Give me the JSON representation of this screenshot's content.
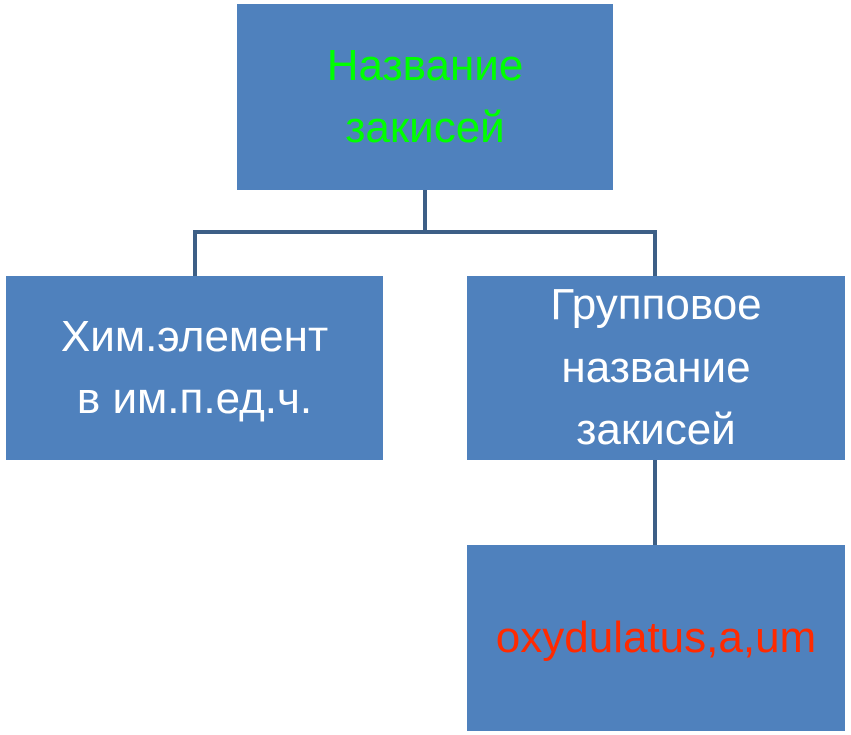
{
  "colors": {
    "box_fill": "#4f81bd",
    "connector": "#3d5f86",
    "root_text": "#00ff00",
    "child_text": "#ffffff",
    "leaf_text": "#ff2a00"
  },
  "nodes": {
    "root": "Название\nзакисей",
    "left": "Хим.элемент\nв им.п.ед.ч.",
    "right": "Групповое\nназвание\nзакисей",
    "bottom": "oxydulatus,a,um"
  }
}
